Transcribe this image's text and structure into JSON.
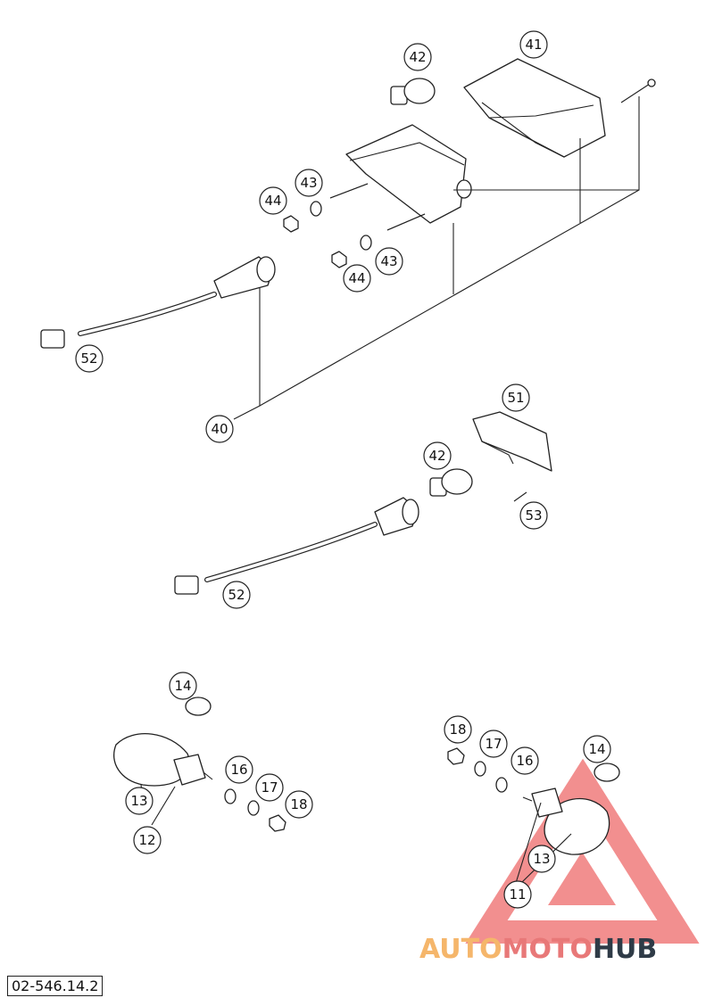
{
  "callouts": {
    "c41": "41",
    "c42_top": "42",
    "c43_a": "43",
    "c44_a": "44",
    "c43_b": "43",
    "c44_b": "44",
    "c52_top": "52",
    "c40": "40",
    "c51": "51",
    "c42_mid": "42",
    "c53": "53",
    "c52_mid": "52",
    "c14_left": "14",
    "c16_left": "16",
    "c17_left": "17",
    "c18_left": "18",
    "c13_left": "13",
    "c12": "12",
    "c18_right": "18",
    "c17_right": "17",
    "c16_right": "16",
    "c14_right": "14",
    "c13_right": "13",
    "c11": "11"
  },
  "drawing_number": "02-546.14.2",
  "brand": {
    "part1": "AUTO",
    "part2": "MOTO",
    "part3": "HUB",
    "color_light": "#F5B66B",
    "color_mid": "#E87878",
    "color_dark": "#2F3B47",
    "logo_color": "#EE6A6A"
  }
}
